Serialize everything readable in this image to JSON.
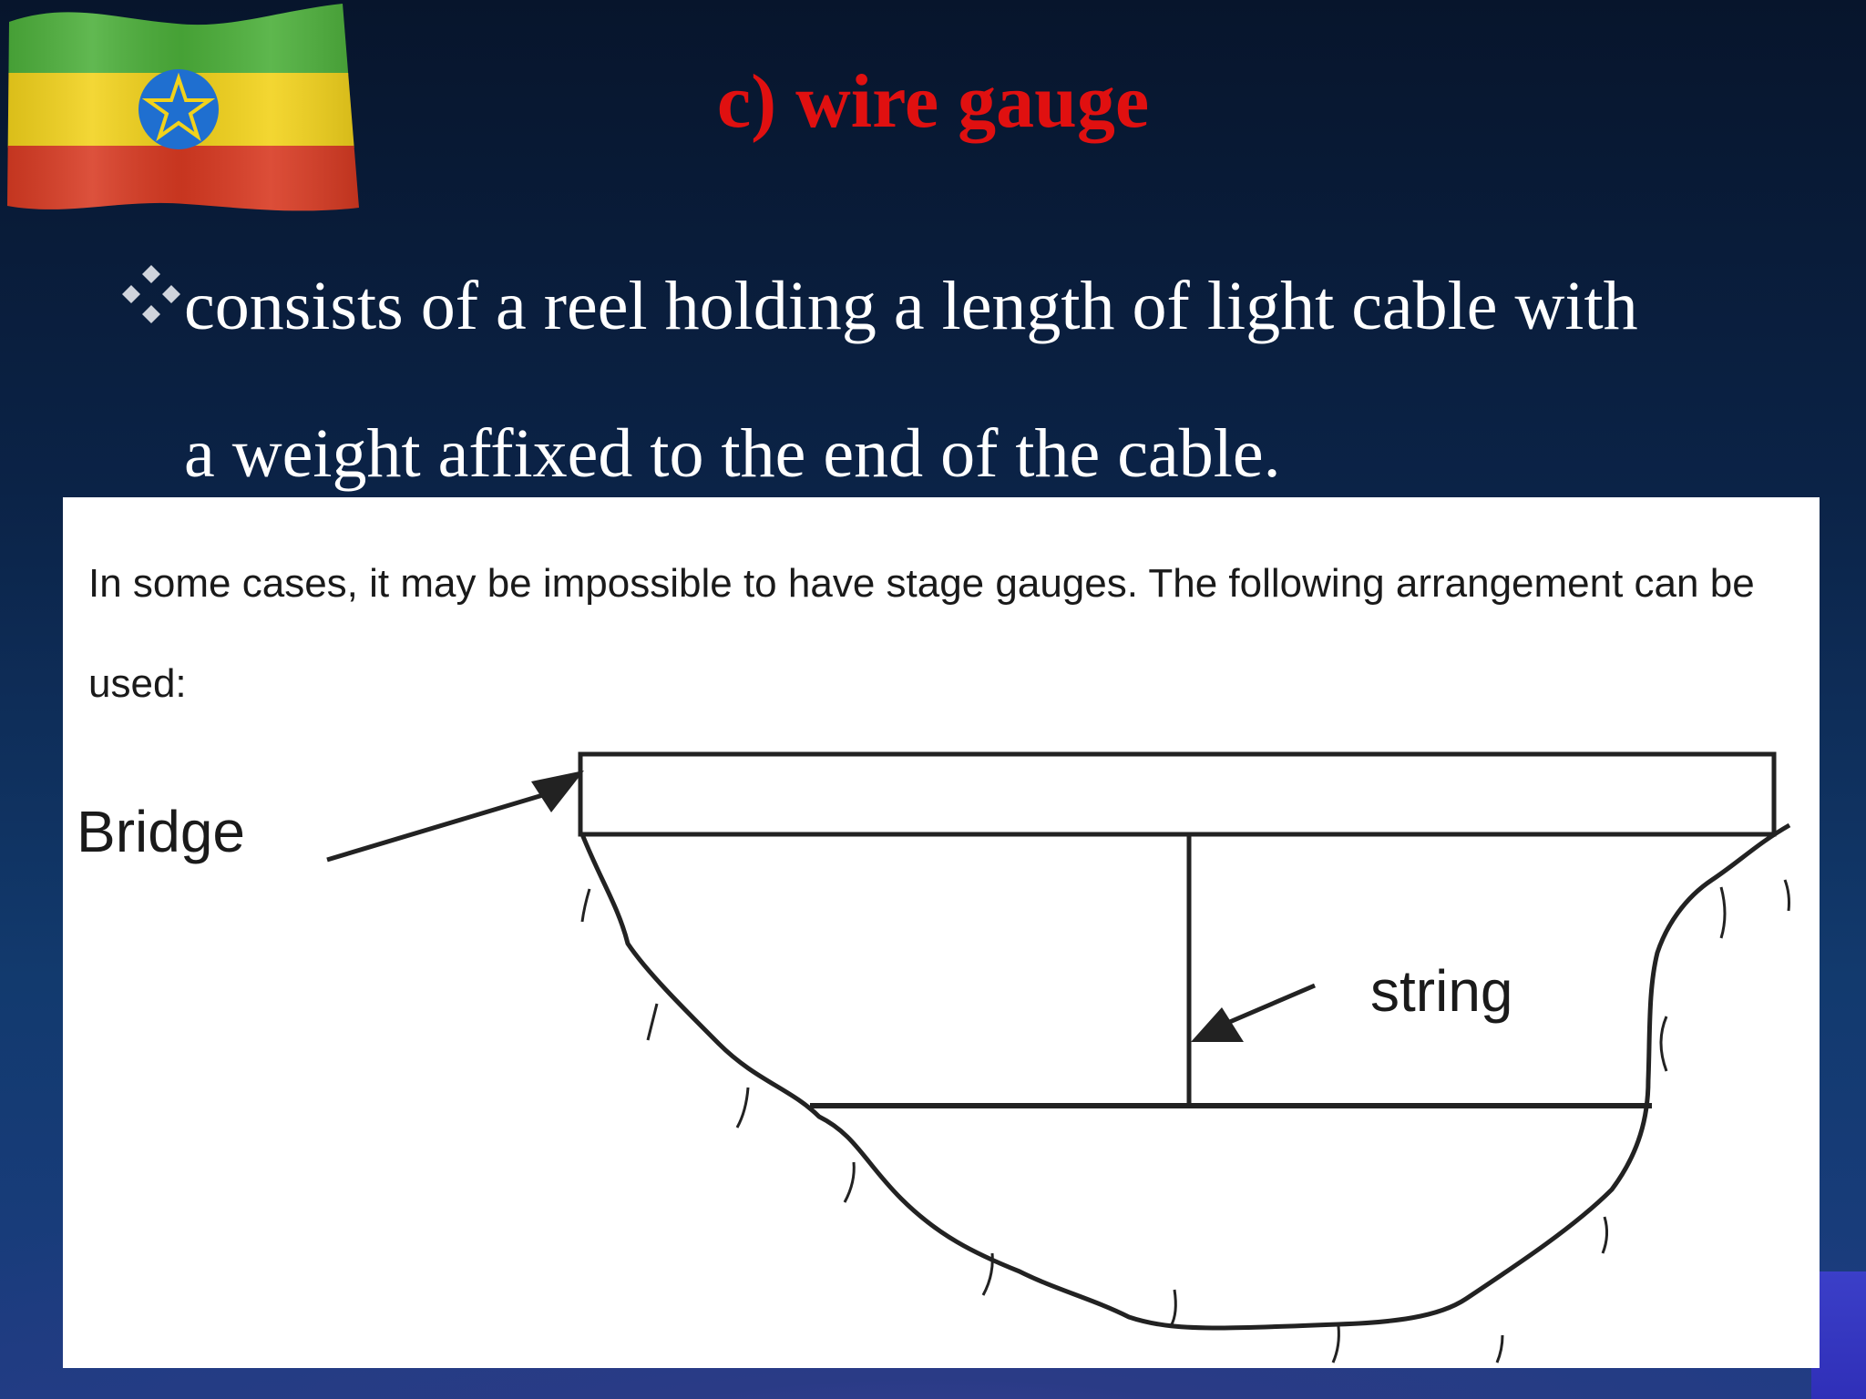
{
  "slide": {
    "title": "c) wire gauge",
    "bullet": {
      "line1": "consists of a reel holding a length of light cable with",
      "line2": "a weight affixed to the end of the cable."
    }
  },
  "figure": {
    "caption": "In some cases, it may be impossible to have stage gauges.  The following arrangement can be used:",
    "labels": {
      "bridge": "Bridge",
      "string": "string"
    }
  },
  "colors": {
    "title": "#e01010",
    "bullet_text": "#ffffff",
    "flag_green": "#4caf3a",
    "flag_yellow": "#f2d21b",
    "flag_red": "#d83a22",
    "flag_emblem": "#1f6fd0"
  },
  "icons": {
    "flag": "ethiopian-flag-icon",
    "bullet": "four-diamond-bullet-icon"
  }
}
